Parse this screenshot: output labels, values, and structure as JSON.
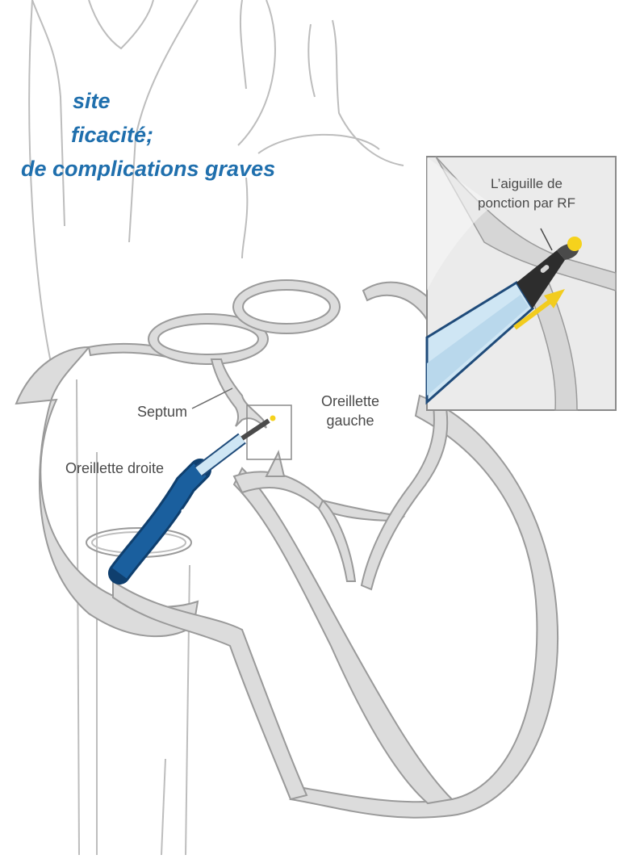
{
  "headline": {
    "line1": "site",
    "line2": "ficacité;",
    "line3": "de complications graves"
  },
  "labels": {
    "septum": "Septum",
    "left_atrium_line1": "Oreillette",
    "left_atrium_line2": "gauche",
    "right_atrium": "Oreillette droite",
    "needle_line1": "L’aiguille de",
    "needle_line2": "ponction par RF"
  },
  "colors": {
    "headline": "#1f6fad",
    "wall_fill": "#dcdcdc",
    "outline": "#9a9a9a",
    "catheter_blue": "#1a5f9e",
    "sheath_light": "#cfe6f4",
    "needle_tip": "#f5d21c",
    "arrow": "#f2cc1e"
  }
}
